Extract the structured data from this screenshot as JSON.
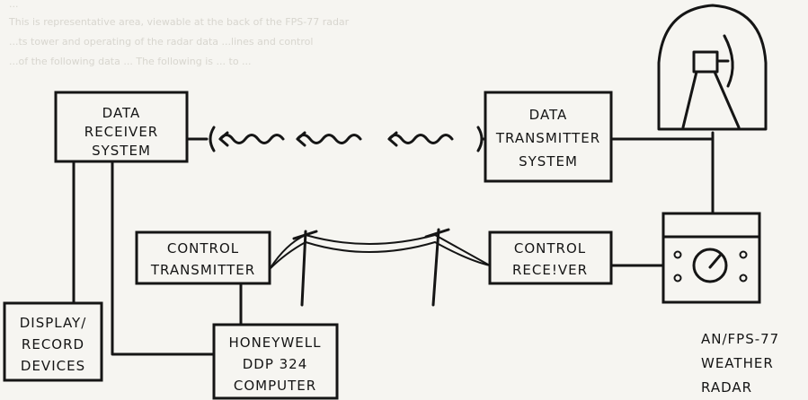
{
  "header_text": {
    "line1": "This is representative area, viewable at the back of the FPS-77 radar",
    "line2": "...ts tower and operating of the radar data ...lines and control",
    "line3": "...of the following data ... The following is ... to ...",
    "line4": "..."
  },
  "blocks": {
    "data_receiver": [
      "DATA",
      "RECEIVER",
      "SYSTEM"
    ],
    "data_transmitter": [
      "DATA",
      "TRANSMITTER",
      "SYSTEM"
    ],
    "control_transmitter": [
      "CONTROL",
      "TRANSMITTER"
    ],
    "control_receiver": [
      "CONTROL",
      "RECE!VER"
    ],
    "display_record": [
      "DISPLAY/",
      "RECORD",
      "DEVICES"
    ],
    "computer": [
      "HONEYWELL",
      "DDP 324",
      "COMPUTER"
    ]
  },
  "radar_label": [
    "AN/FPS-77",
    "WEATHER",
    "RADAR"
  ]
}
